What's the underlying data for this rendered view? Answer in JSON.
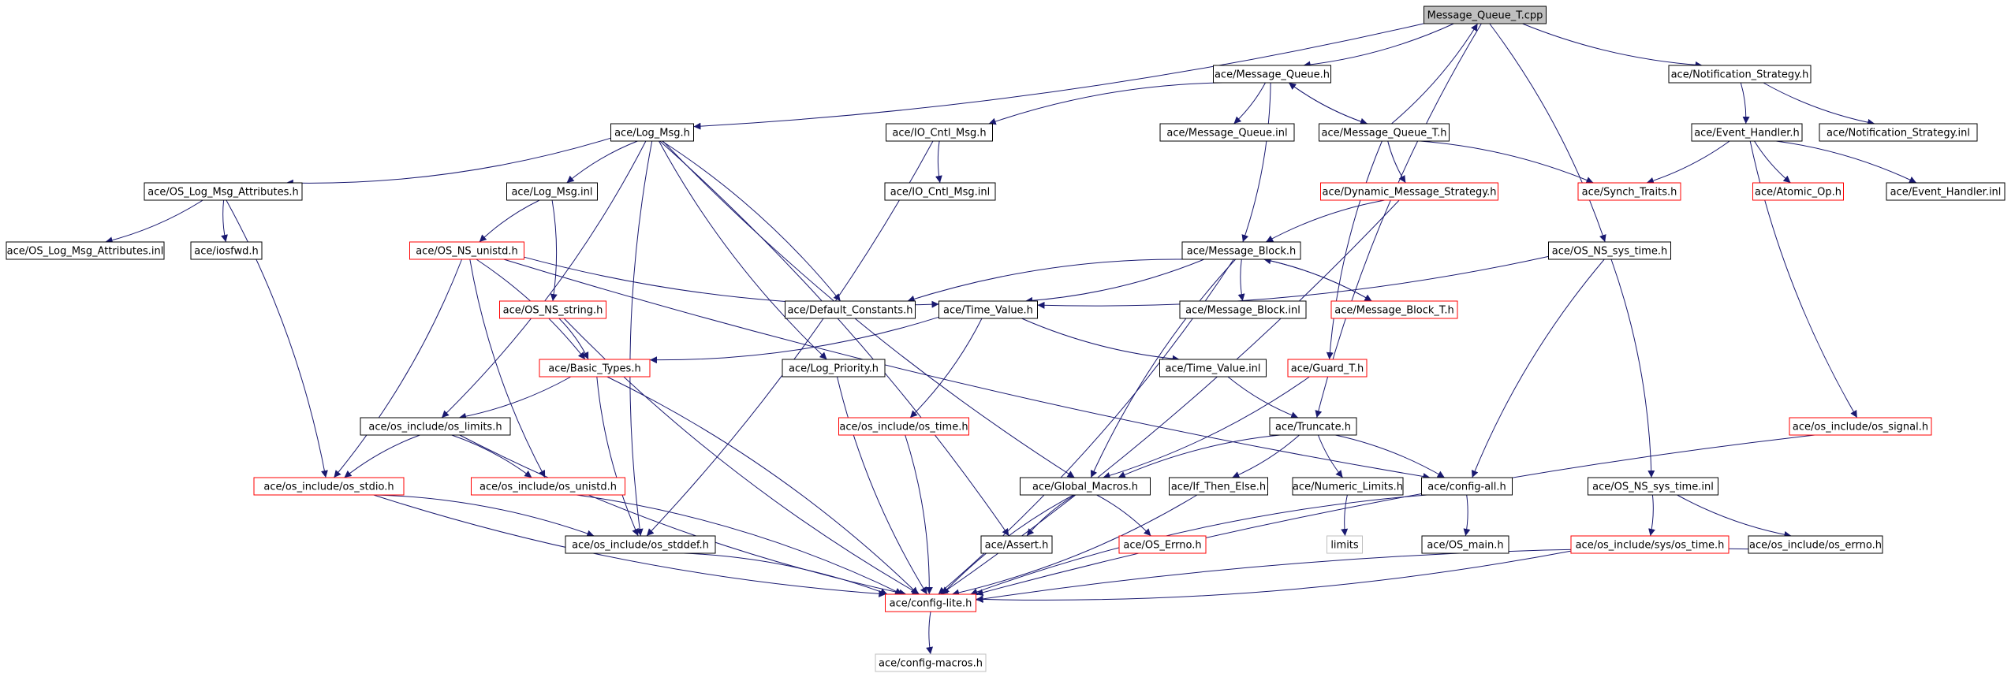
{
  "colors": {
    "edge": "#191970",
    "border_black": "#000000",
    "border_red": "#ff0000",
    "border_gray": "#bfbfbf",
    "root_fill": "#bfbfbf"
  },
  "nodes": [
    {
      "id": "mqt_cpp",
      "label": "Message_Queue_T.cpp",
      "style": "root"
    },
    {
      "id": "mq_h",
      "label": "ace/Message_Queue.h",
      "style": "black"
    },
    {
      "id": "notif_h",
      "label": "ace/Notification_Strategy.h",
      "style": "black"
    },
    {
      "id": "logmsg_h",
      "label": "ace/Log_Msg.h",
      "style": "black"
    },
    {
      "id": "iocntl_h",
      "label": "ace/IO_Cntl_Msg.h",
      "style": "black"
    },
    {
      "id": "mq_inl",
      "label": "ace/Message_Queue.inl",
      "style": "black"
    },
    {
      "id": "mqt_h",
      "label": "ace/Message_Queue_T.h",
      "style": "black"
    },
    {
      "id": "evh_h",
      "label": "ace/Event_Handler.h",
      "style": "black"
    },
    {
      "id": "notif_inl",
      "label": "ace/Notification_Strategy.inl",
      "style": "black"
    },
    {
      "id": "oslma_h",
      "label": "ace/OS_Log_Msg_Attributes.h",
      "style": "black"
    },
    {
      "id": "logmsg_inl",
      "label": "ace/Log_Msg.inl",
      "style": "black"
    },
    {
      "id": "iocntl_inl",
      "label": "ace/IO_Cntl_Msg.inl",
      "style": "black"
    },
    {
      "id": "dms_h",
      "label": "ace/Dynamic_Message_Strategy.h",
      "style": "red"
    },
    {
      "id": "synch_h",
      "label": "ace/Synch_Traits.h",
      "style": "red"
    },
    {
      "id": "atomic_h",
      "label": "ace/Atomic_Op.h",
      "style": "red"
    },
    {
      "id": "evh_inl",
      "label": "ace/Event_Handler.inl",
      "style": "black"
    },
    {
      "id": "oslma_inl",
      "label": "ace/OS_Log_Msg_Attributes.inl",
      "style": "black"
    },
    {
      "id": "iosfwd_h",
      "label": "ace/iosfwd.h",
      "style": "black"
    },
    {
      "id": "osnsu_h",
      "label": "ace/OS_NS_unistd.h",
      "style": "red"
    },
    {
      "id": "mb_h",
      "label": "ace/Message_Block.h",
      "style": "black"
    },
    {
      "id": "osnsst_h",
      "label": "ace/OS_NS_sys_time.h",
      "style": "black"
    },
    {
      "id": "osnss_h",
      "label": "ace/OS_NS_string.h",
      "style": "red"
    },
    {
      "id": "defc_h",
      "label": "ace/Default_Constants.h",
      "style": "black"
    },
    {
      "id": "tv_h",
      "label": "ace/Time_Value.h",
      "style": "black"
    },
    {
      "id": "mb_inl",
      "label": "ace/Message_Block.inl",
      "style": "black"
    },
    {
      "id": "mbt_h",
      "label": "ace/Message_Block_T.h",
      "style": "red"
    },
    {
      "id": "bt_h",
      "label": "ace/Basic_Types.h",
      "style": "red"
    },
    {
      "id": "logp_h",
      "label": "ace/Log_Priority.h",
      "style": "black"
    },
    {
      "id": "tv_inl",
      "label": "ace/Time_Value.inl",
      "style": "black"
    },
    {
      "id": "guard_h",
      "label": "ace/Guard_T.h",
      "style": "red"
    },
    {
      "id": "oslim_h",
      "label": "ace/os_include/os_limits.h",
      "style": "black"
    },
    {
      "id": "trunc_h",
      "label": "ace/Truncate.h",
      "style": "black"
    },
    {
      "id": "ostime_h",
      "label": "ace/os_include/os_time.h",
      "style": "red"
    },
    {
      "id": "ossig_h",
      "label": "ace/os_include/os_signal.h",
      "style": "red"
    },
    {
      "id": "osstdio_h",
      "label": "ace/os_include/os_stdio.h",
      "style": "red"
    },
    {
      "id": "osunistd_h",
      "label": "ace/os_include/os_unistd.h",
      "style": "red"
    },
    {
      "id": "gm_h",
      "label": "ace/Global_Macros.h",
      "style": "black"
    },
    {
      "id": "ite_h",
      "label": "ace/If_Then_Else.h",
      "style": "black"
    },
    {
      "id": "nl_h",
      "label": "ace/Numeric_Limits.h",
      "style": "black"
    },
    {
      "id": "cfgall_h",
      "label": "ace/config-all.h",
      "style": "black"
    },
    {
      "id": "osnsst_inl",
      "label": "ace/OS_NS_sys_time.inl",
      "style": "black"
    },
    {
      "id": "limits",
      "label": "limits",
      "style": "gray"
    },
    {
      "id": "osstddef_h",
      "label": "ace/os_include/os_stddef.h",
      "style": "black"
    },
    {
      "id": "assert_h",
      "label": "ace/Assert.h",
      "style": "black"
    },
    {
      "id": "oserrno_h",
      "label": "ace/OS_Errno.h",
      "style": "red"
    },
    {
      "id": "osmain_h",
      "label": "ace/OS_main.h",
      "style": "black"
    },
    {
      "id": "sysostime_h",
      "label": "ace/os_include/sys/os_time.h",
      "style": "red"
    },
    {
      "id": "oserrno2_h",
      "label": "ace/os_include/os_errno.h",
      "style": "black"
    },
    {
      "id": "cfglite_h",
      "label": "ace/config-lite.h",
      "style": "red"
    },
    {
      "id": "cfgmacros_h",
      "label": "ace/config-macros.h",
      "style": "gray"
    }
  ],
  "edges": [
    [
      "mqt_cpp",
      "mq_h"
    ],
    [
      "mqt_cpp",
      "notif_h"
    ],
    [
      "mqt_cpp",
      "logmsg_h"
    ],
    [
      "mqt_cpp",
      "trunc_h"
    ],
    [
      "mqt_cpp",
      "osnsst_h"
    ],
    [
      "mq_h",
      "iocntl_h"
    ],
    [
      "mq_h",
      "mq_inl"
    ],
    [
      "mq_h",
      "mqt_h"
    ],
    [
      "mq_h",
      "mb_h"
    ],
    [
      "mqt_h",
      "mqt_cpp"
    ],
    [
      "mqt_h",
      "mq_h"
    ],
    [
      "mqt_h",
      "dms_h"
    ],
    [
      "mqt_h",
      "synch_h"
    ],
    [
      "mqt_h",
      "guard_h"
    ],
    [
      "notif_h",
      "evh_h"
    ],
    [
      "notif_h",
      "notif_inl"
    ],
    [
      "evh_h",
      "synch_h"
    ],
    [
      "evh_h",
      "atomic_h"
    ],
    [
      "evh_h",
      "evh_inl"
    ],
    [
      "evh_h",
      "ossig_h"
    ],
    [
      "logmsg_h",
      "oslma_h"
    ],
    [
      "logmsg_h",
      "logmsg_inl"
    ],
    [
      "logmsg_h",
      "defc_h"
    ],
    [
      "logmsg_h",
      "logp_h"
    ],
    [
      "logmsg_h",
      "oslim_h"
    ],
    [
      "logmsg_h",
      "gm_h"
    ],
    [
      "logmsg_h",
      "assert_h"
    ],
    [
      "logmsg_h",
      "osstddef_h"
    ],
    [
      "oslma_h",
      "oslma_inl"
    ],
    [
      "oslma_h",
      "iosfwd_h"
    ],
    [
      "oslma_h",
      "osstdio_h"
    ],
    [
      "logmsg_inl",
      "osnsu_h"
    ],
    [
      "logmsg_inl",
      "osnss_h"
    ],
    [
      "iocntl_h",
      "iocntl_inl"
    ],
    [
      "iocntl_h",
      "osstddef_h"
    ],
    [
      "dms_h",
      "mb_h"
    ],
    [
      "dms_h",
      "cfglite_h"
    ],
    [
      "mb_h",
      "defc_h"
    ],
    [
      "mb_h",
      "tv_h"
    ],
    [
      "mb_h",
      "mb_inl"
    ],
    [
      "mb_h",
      "mbt_h"
    ],
    [
      "mb_h",
      "gm_h"
    ],
    [
      "mb_h",
      "cfglite_h"
    ],
    [
      "mbt_h",
      "mb_h"
    ],
    [
      "osnsst_h",
      "tv_h"
    ],
    [
      "osnsst_h",
      "cfgall_h"
    ],
    [
      "osnsst_h",
      "osnsst_inl"
    ],
    [
      "osnsu_h",
      "tv_h"
    ],
    [
      "osnsu_h",
      "bt_h"
    ],
    [
      "osnsu_h",
      "osunistd_h"
    ],
    [
      "osnsu_h",
      "osstdio_h"
    ],
    [
      "osnsu_h",
      "cfgall_h"
    ],
    [
      "osnss_h",
      "bt_h"
    ],
    [
      "osnss_h",
      "cfglite_h"
    ],
    [
      "tv_h",
      "bt_h"
    ],
    [
      "tv_h",
      "tv_inl"
    ],
    [
      "tv_h",
      "ostime_h"
    ],
    [
      "tv_inl",
      "trunc_h"
    ],
    [
      "bt_h",
      "oslim_h"
    ],
    [
      "bt_h",
      "osstddef_h"
    ],
    [
      "bt_h",
      "cfglite_h"
    ],
    [
      "logp_h",
      "cfglite_h"
    ],
    [
      "guard_h",
      "gm_h"
    ],
    [
      "trunc_h",
      "gm_h"
    ],
    [
      "trunc_h",
      "ite_h"
    ],
    [
      "trunc_h",
      "nl_h"
    ],
    [
      "trunc_h",
      "cfgall_h"
    ],
    [
      "oslim_h",
      "osstdio_h"
    ],
    [
      "oslim_h",
      "osunistd_h"
    ],
    [
      "oslim_h",
      "cfglite_h"
    ],
    [
      "ostime_h",
      "cfglite_h"
    ],
    [
      "ossig_h",
      "cfglite_h"
    ],
    [
      "osstdio_h",
      "osstddef_h"
    ],
    [
      "osstdio_h",
      "cfglite_h"
    ],
    [
      "osunistd_h",
      "cfglite_h"
    ],
    [
      "gm_h",
      "assert_h"
    ],
    [
      "gm_h",
      "oserrno_h"
    ],
    [
      "gm_h",
      "cfglite_h"
    ],
    [
      "ite_h",
      "cfglite_h"
    ],
    [
      "nl_h",
      "limits"
    ],
    [
      "cfgall_h",
      "osmain_h"
    ],
    [
      "cfgall_h",
      "cfglite_h"
    ],
    [
      "osnsst_inl",
      "sysostime_h"
    ],
    [
      "osnsst_inl",
      "oserrno2_h"
    ],
    [
      "sysostime_h",
      "cfglite_h"
    ],
    [
      "oserrno2_h",
      "cfglite_h"
    ],
    [
      "osstddef_h",
      "cfglite_h"
    ],
    [
      "cfglite_h",
      "cfgmacros_h"
    ]
  ]
}
